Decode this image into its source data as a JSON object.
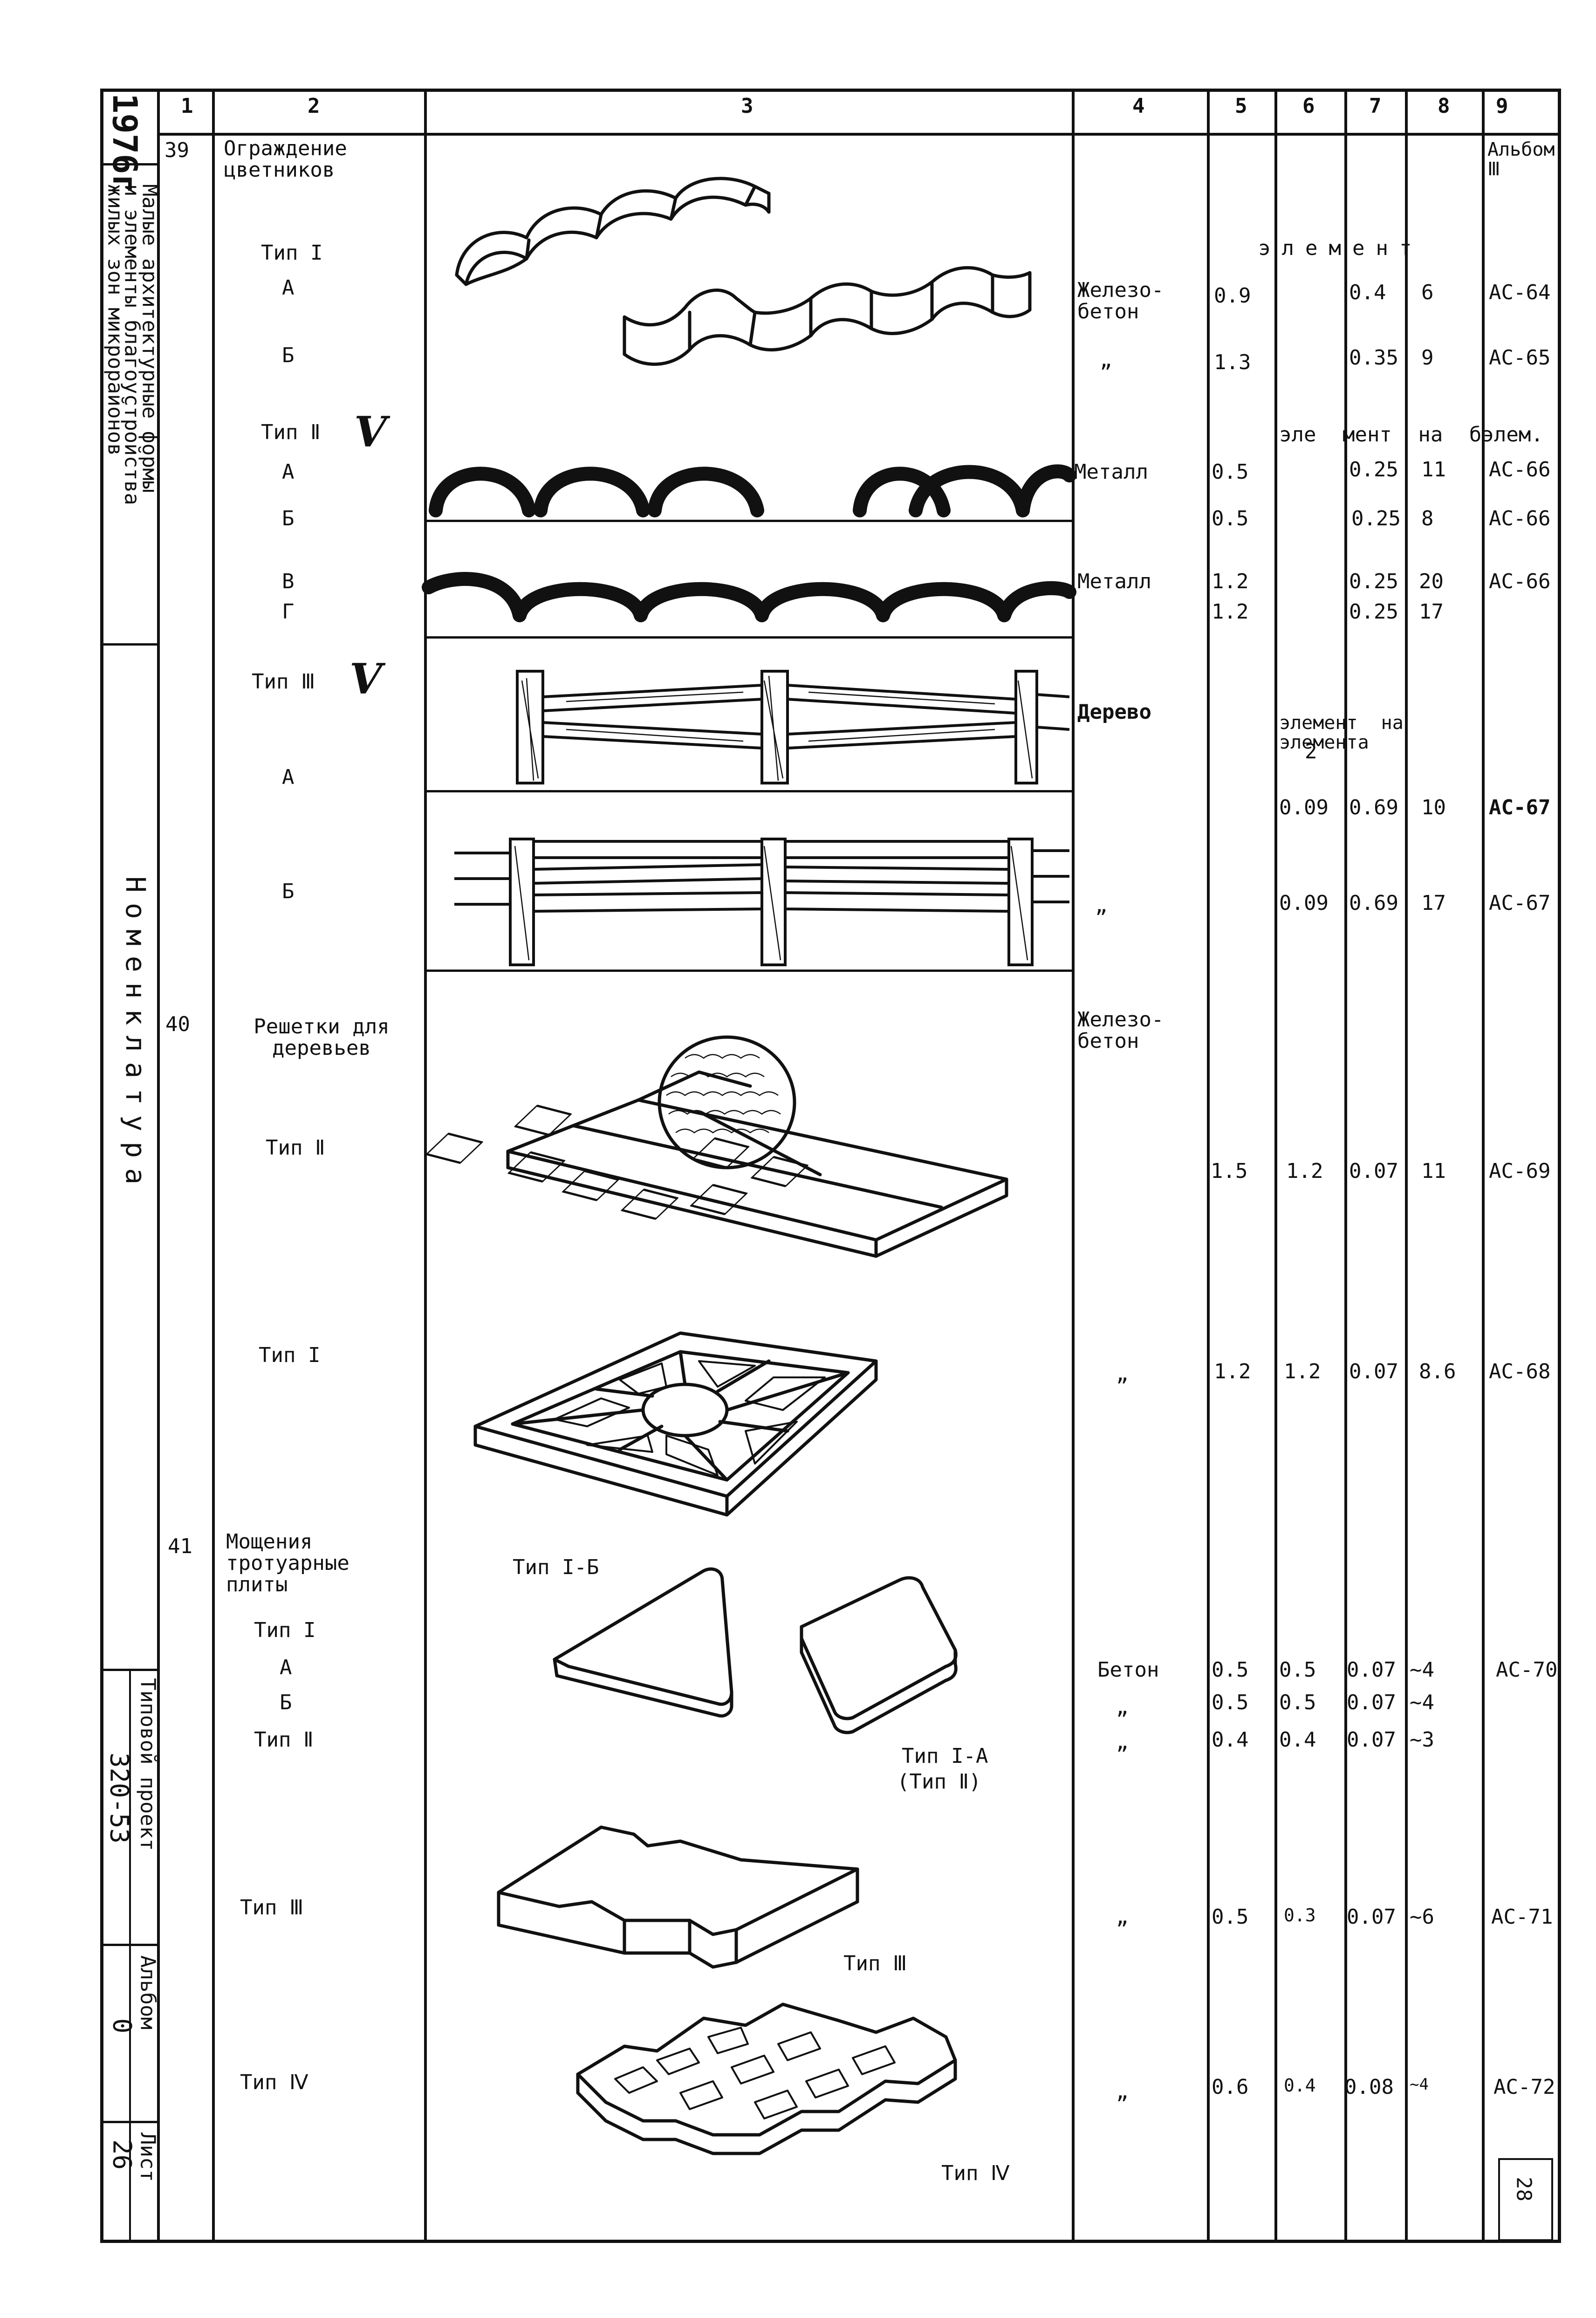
{
  "side": {
    "year": "1976г",
    "title_line1": "Малые архитектурные формы",
    "title_line2": "и элементы благоустройства",
    "title_line3": "жилых зон микрорайонов",
    "section": "Номенклатура",
    "project_label": "Типовой проект",
    "project_num": "320-53",
    "album_label": "Альбом",
    "album_num": "0",
    "sheet_label": "Лист",
    "sheet_num": "26"
  },
  "header": [
    "1",
    "2",
    "3",
    "4",
    "5",
    "6",
    "7",
    "8",
    "9"
  ],
  "rows": [
    {
      "num": "39",
      "name": "Ограждение цветников",
      "typ": "",
      "a": "",
      "b": "",
      "c": "",
      "d": "",
      "e": "",
      "f": "",
      "g": "Альбом Ⅲ"
    },
    {
      "num": "",
      "name": "Тип I",
      "typ": "А",
      "a": "Железо-бетон",
      "b": "0.9",
      "c": "",
      "d": "0.4",
      "e": "6",
      "f": "АС-64",
      "g": ""
    },
    {
      "num": "",
      "name": "",
      "typ": "Б",
      "a": "„",
      "b": "1.3",
      "c": "",
      "d": "0.35",
      "e": "9",
      "f": "АС-65",
      "g": ""
    },
    {
      "num": "",
      "name": "Тип Ⅱ",
      "typ": "А",
      "a": "Металл",
      "b": "0.5",
      "c": "",
      "d": "0.25",
      "e": "11",
      "f": "АС-66",
      "g": ""
    },
    {
      "num": "",
      "name": "",
      "typ": "Б",
      "a": "",
      "b": "0.5",
      "c": "",
      "d": "0.25",
      "e": "8",
      "f": "АС-66",
      "g": ""
    },
    {
      "num": "",
      "name": "",
      "typ": "В",
      "a": "Металл",
      "b": "1.2",
      "c": "",
      "d": "0.25",
      "e": "20",
      "f": "АС-66",
      "g": ""
    },
    {
      "num": "",
      "name": "",
      "typ": "Г",
      "a": "",
      "b": "1.2",
      "c": "",
      "d": "0.25",
      "e": "17",
      "f": "",
      "g": ""
    },
    {
      "num": "",
      "name": "Тип Ⅲ",
      "typ": "А",
      "a": "Дерево",
      "b": "",
      "c": "0.09",
      "d": "0.69",
      "e": "10",
      "f": "АС-67",
      "g": ""
    },
    {
      "num": "",
      "name": "",
      "typ": "Б",
      "a": "„",
      "b": "",
      "c": "0.09",
      "d": "0.69",
      "e": "17",
      "f": "АС-67",
      "g": ""
    },
    {
      "num": "40",
      "name": "Решетки для деревьев",
      "typ": "",
      "a": "Железо-бетон",
      "b": "",
      "c": "",
      "d": "",
      "e": "",
      "f": "",
      "g": ""
    },
    {
      "num": "",
      "name": "Тип Ⅱ",
      "typ": "",
      "a": "",
      "b": "1.5",
      "c": "1.2",
      "d": "0.07",
      "e": "11",
      "f": "АС-69",
      "g": ""
    },
    {
      "num": "",
      "name": "Тип I",
      "typ": "",
      "a": "„",
      "b": "1.2",
      "c": "1.2",
      "d": "0.07",
      "e": "8.6",
      "f": "АС-68",
      "g": ""
    },
    {
      "num": "41",
      "name": "Мощения тротуарные плиты",
      "typ": "",
      "a": "",
      "b": "",
      "c": "",
      "d": "",
      "e": "",
      "f": "",
      "g": ""
    },
    {
      "num": "",
      "name": "Тип I",
      "typ": "А",
      "a": "Бетон",
      "b": "0.5",
      "c": "0.5",
      "d": "0.07",
      "e": "~4",
      "f": "АС-70",
      "g": ""
    },
    {
      "num": "",
      "name": "",
      "typ": "Б",
      "a": "„",
      "b": "0.5",
      "c": "0.5",
      "d": "0.07",
      "e": "~4",
      "f": "",
      "g": ""
    },
    {
      "num": "",
      "name": "Тип Ⅱ",
      "typ": "",
      "a": "„",
      "b": "0.4",
      "c": "0.4",
      "d": "0.07",
      "e": "~3",
      "f": "",
      "g": ""
    },
    {
      "num": "",
      "name": "Тип Ⅲ",
      "typ": "",
      "a": "„",
      "b": "0.5",
      "c": "0.3",
      "d": "0.07",
      "e": "~6",
      "f": "АС-71",
      "g": ""
    },
    {
      "num": "",
      "name": "Тип Ⅳ",
      "typ": "",
      "a": "„",
      "b": "0.6",
      "c": "0.4",
      "d": "0.08",
      "e": "~4",
      "f": "АС-72",
      "g": ""
    }
  ],
  "notes": {
    "element1": "элемент",
    "element2": "эле мент на бэлем.",
    "element3": "элемент на элемента",
    "element3_sub": "2",
    "check": "V",
    "label_1b": "Тип I-Б",
    "label_1a": "Тип I-А",
    "label_1a_sub": "(Тип Ⅱ)",
    "label_3": "Тип Ⅲ",
    "label_4": "Тип Ⅳ",
    "page_stamp": "28"
  }
}
